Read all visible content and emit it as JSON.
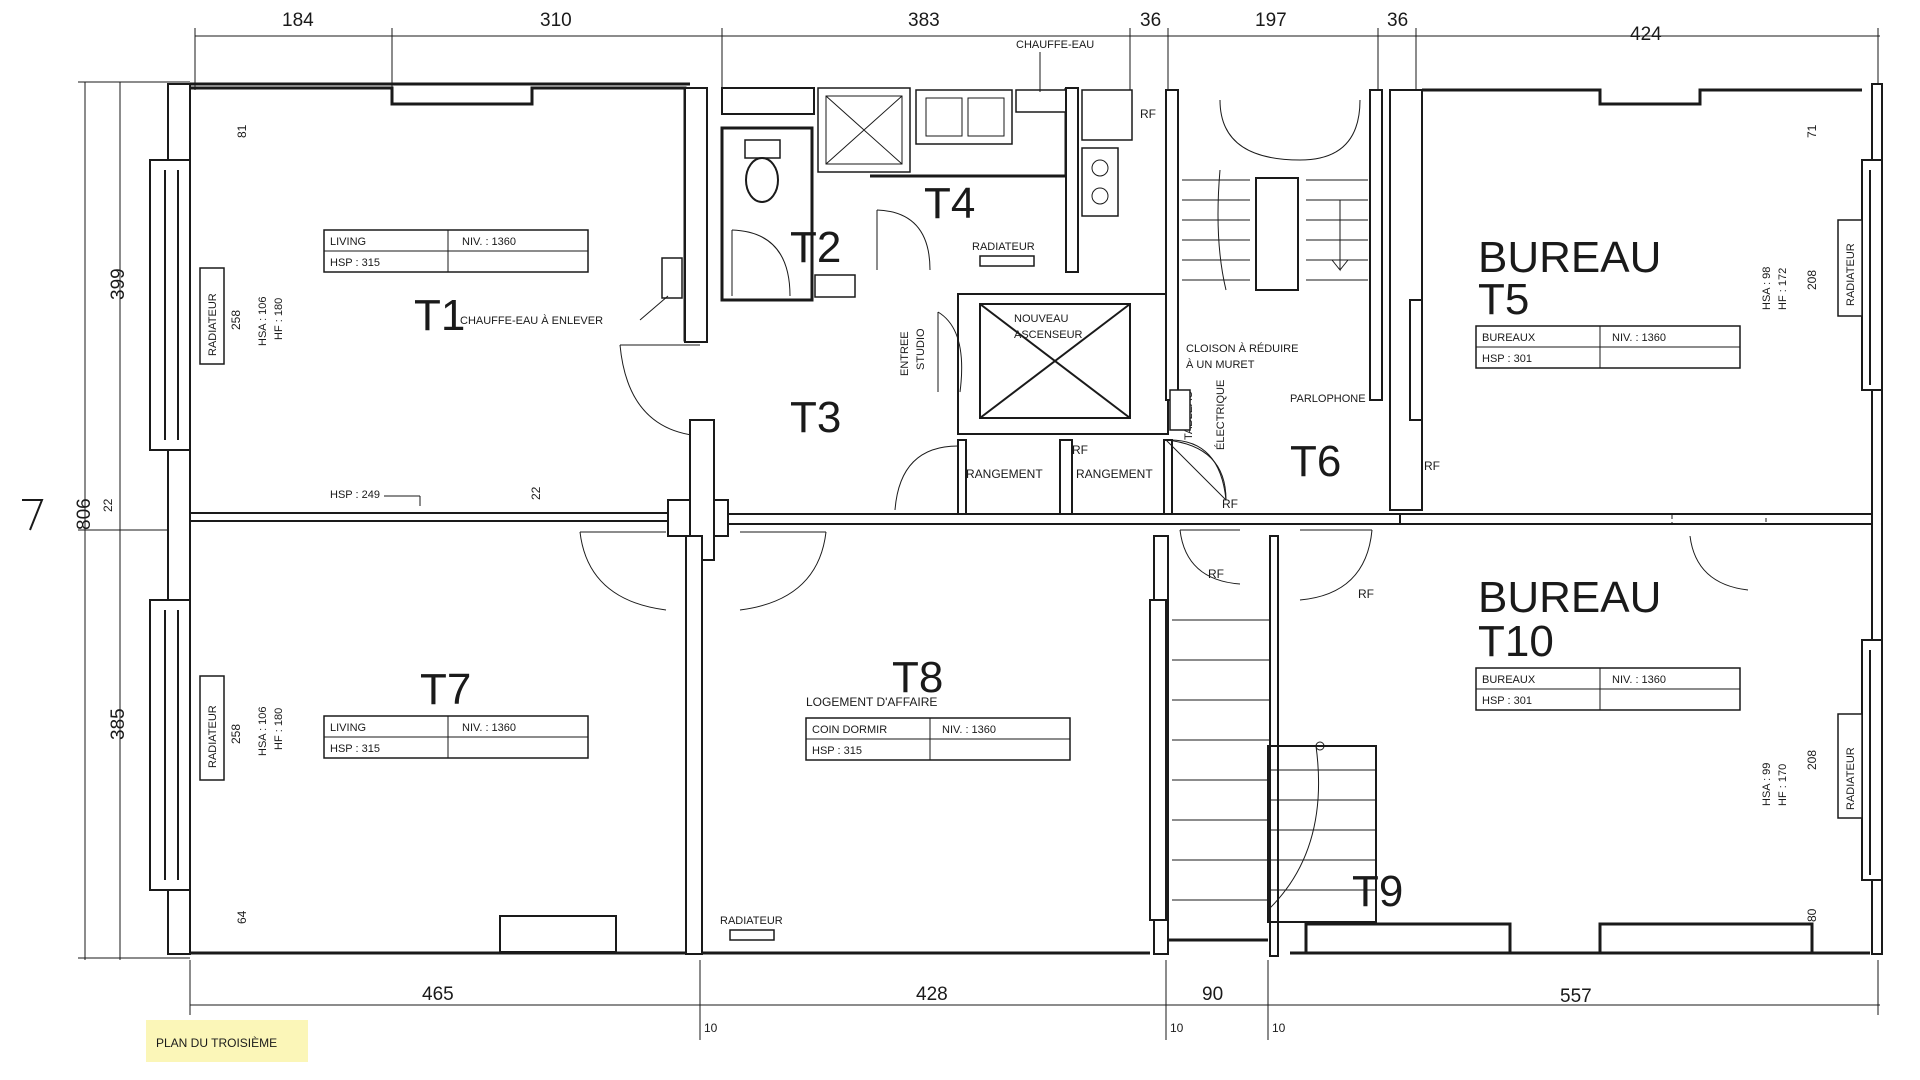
{
  "caption": "PLAN DU TROISIÈME",
  "dimensions": {
    "top": [
      "184",
      "310",
      "383",
      "36",
      "197",
      "36",
      "424"
    ],
    "bottom": [
      "465",
      "428",
      "90",
      "557"
    ],
    "bottom_small": [
      "10",
      "10",
      "10"
    ],
    "left": [
      "399",
      "806",
      "385",
      "22"
    ],
    "inner": [
      "81",
      "22",
      "64",
      "71",
      "80",
      "208",
      "208",
      "258",
      "258"
    ]
  },
  "rooms": {
    "T1": "T1",
    "T2": "T2",
    "T3": "T3",
    "T4": "T4",
    "T5": "T5",
    "T6": "T6",
    "T7": "T7",
    "T8": "T8",
    "T9": "T9",
    "T10": "T10"
  },
  "bureau_word": "BUREAU",
  "info_boxes": {
    "t1": {
      "use": "LIVING",
      "niv": "NIV. : 1360",
      "hsp": "HSP : 315"
    },
    "t5": {
      "use": "BUREAUX",
      "niv": "NIV. : 1360",
      "hsp": "HSP : 301"
    },
    "t7": {
      "use": "LIVING",
      "niv": "NIV. : 1360",
      "hsp": "HSP : 315"
    },
    "t8": {
      "use": "COIN DORMIR",
      "niv": "NIV. : 1360",
      "hsp": "HSP : 315"
    },
    "t10": {
      "use": "BUREAUX",
      "niv": "NIV. : 1360",
      "hsp": "HSP : 301"
    }
  },
  "labels": {
    "chauffe_eau": "CHAUFFE-EAU",
    "chauffe_eau_enlever": "CHAUFFE-EAU À ENLEVER",
    "radiateur": "RADIATEUR",
    "nouveau": "NOUVEAU",
    "ascenseur": "ASCENSEUR",
    "entree": "ENTREE",
    "studio": "STUDIO",
    "rangement": "RANGEMENT",
    "cloison_1": "CLOISON À RÉDUIRE",
    "cloison_2": "À UN MURET",
    "parlophone": "PARLOPHONE",
    "tableau": "TABLEAU",
    "electrique": "ÉLECTRIQUE",
    "rf": "RF",
    "hsp_249": "HSP : 249",
    "logement": "LOGEMENT D'AFFAIRE"
  },
  "window_notes": {
    "left_top": [
      "HSA : 106",
      "HF : 180"
    ],
    "left_bottom": [
      "HSA : 106",
      "HF : 180"
    ],
    "right_top": [
      "HSA : 98",
      "HF : 172"
    ],
    "right_bottom": [
      "HSA : 99",
      "HF : 170"
    ]
  }
}
